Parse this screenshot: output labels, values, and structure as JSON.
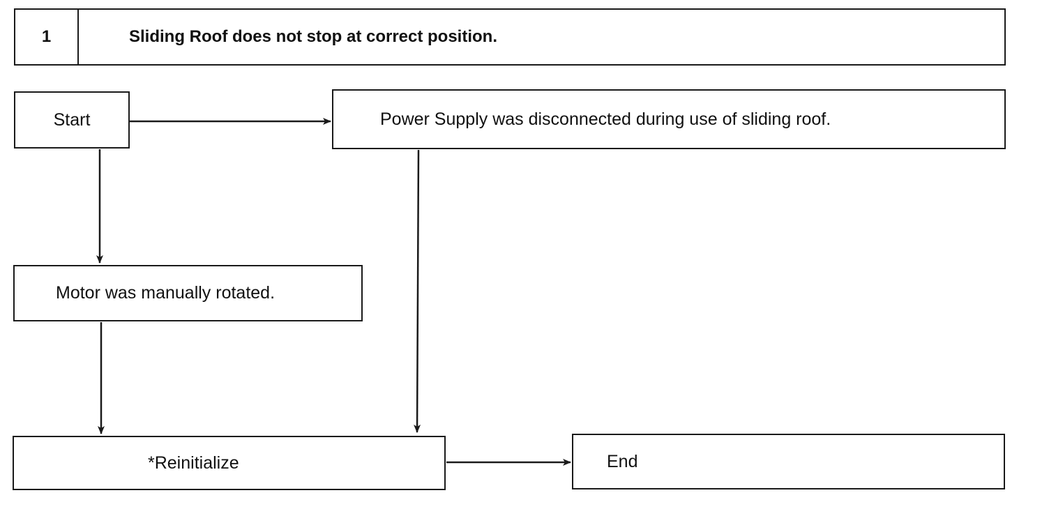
{
  "header": {
    "number": "1",
    "title": "Sliding Roof does not stop at correct position."
  },
  "nodes": {
    "start": "Start",
    "power_supply": "Power Supply was disconnected during use of sliding roof.",
    "motor": "Motor was manually rotated.",
    "reinitialize": "*Reinitialize",
    "end": "End"
  },
  "edges": [
    {
      "from": "start",
      "to": "power_supply"
    },
    {
      "from": "start",
      "to": "motor"
    },
    {
      "from": "motor",
      "to": "reinitialize"
    },
    {
      "from": "power_supply",
      "to": "reinitialize"
    },
    {
      "from": "reinitialize",
      "to": "end"
    }
  ]
}
